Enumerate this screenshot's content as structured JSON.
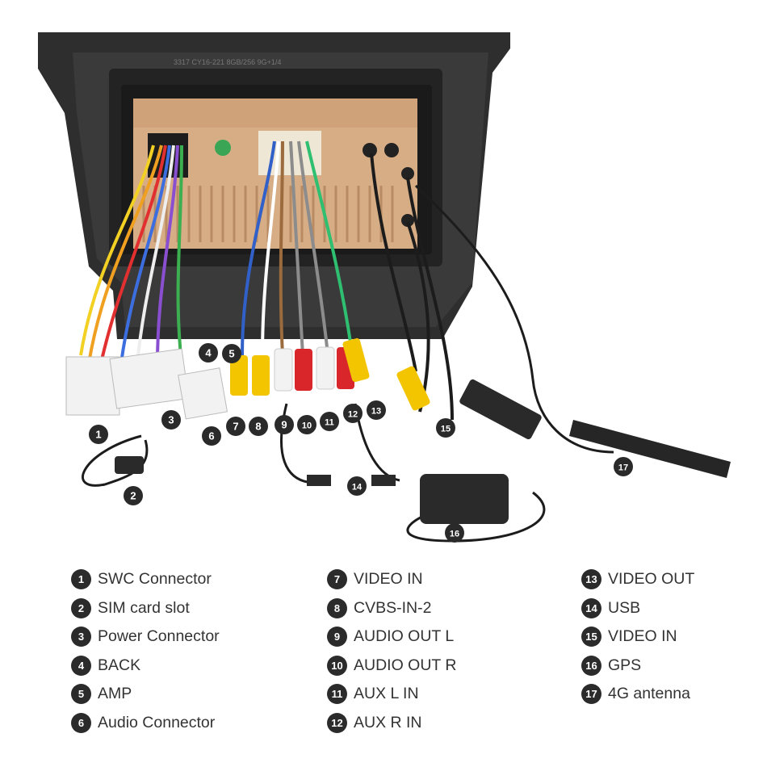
{
  "diagram": {
    "markers": [
      "1",
      "2",
      "3",
      "4",
      "5",
      "6",
      "7",
      "8",
      "9",
      "10",
      "11",
      "12",
      "13",
      "14",
      "15",
      "16",
      "17"
    ],
    "photo_text": {
      "top_label": "3317  CY16-221  8GB/256  9G+1/4"
    }
  },
  "legend": [
    {
      "num": "1",
      "label": "SWC Connector"
    },
    {
      "num": "2",
      "label": "SIM card slot"
    },
    {
      "num": "3",
      "label": "Power Connector"
    },
    {
      "num": "4",
      "label": "BACK"
    },
    {
      "num": "5",
      "label": "AMP"
    },
    {
      "num": "6",
      "label": "Audio Connector"
    },
    {
      "num": "7",
      "label": "VIDEO IN"
    },
    {
      "num": "8",
      "label": "CVBS-IN-2"
    },
    {
      "num": "9",
      "label": "AUDIO OUT L"
    },
    {
      "num": "10",
      "label": "AUDIO OUT R"
    },
    {
      "num": "11",
      "label": "AUX L IN"
    },
    {
      "num": "12",
      "label": "AUX R IN"
    },
    {
      "num": "13",
      "label": "VIDEO OUT"
    },
    {
      "num": "14",
      "label": "USB"
    },
    {
      "num": "15",
      "label": "VIDEO IN"
    },
    {
      "num": "16",
      "label": "GPS"
    },
    {
      "num": "17",
      "label": "4G antenna"
    }
  ],
  "colors": {
    "frame": "#2b2b2b",
    "board": "#d9b08a",
    "rca_yellow": "#f3c400",
    "rca_red": "#d9262b",
    "rca_white": "#f2f2f2",
    "marker": "#2a2a2a"
  }
}
